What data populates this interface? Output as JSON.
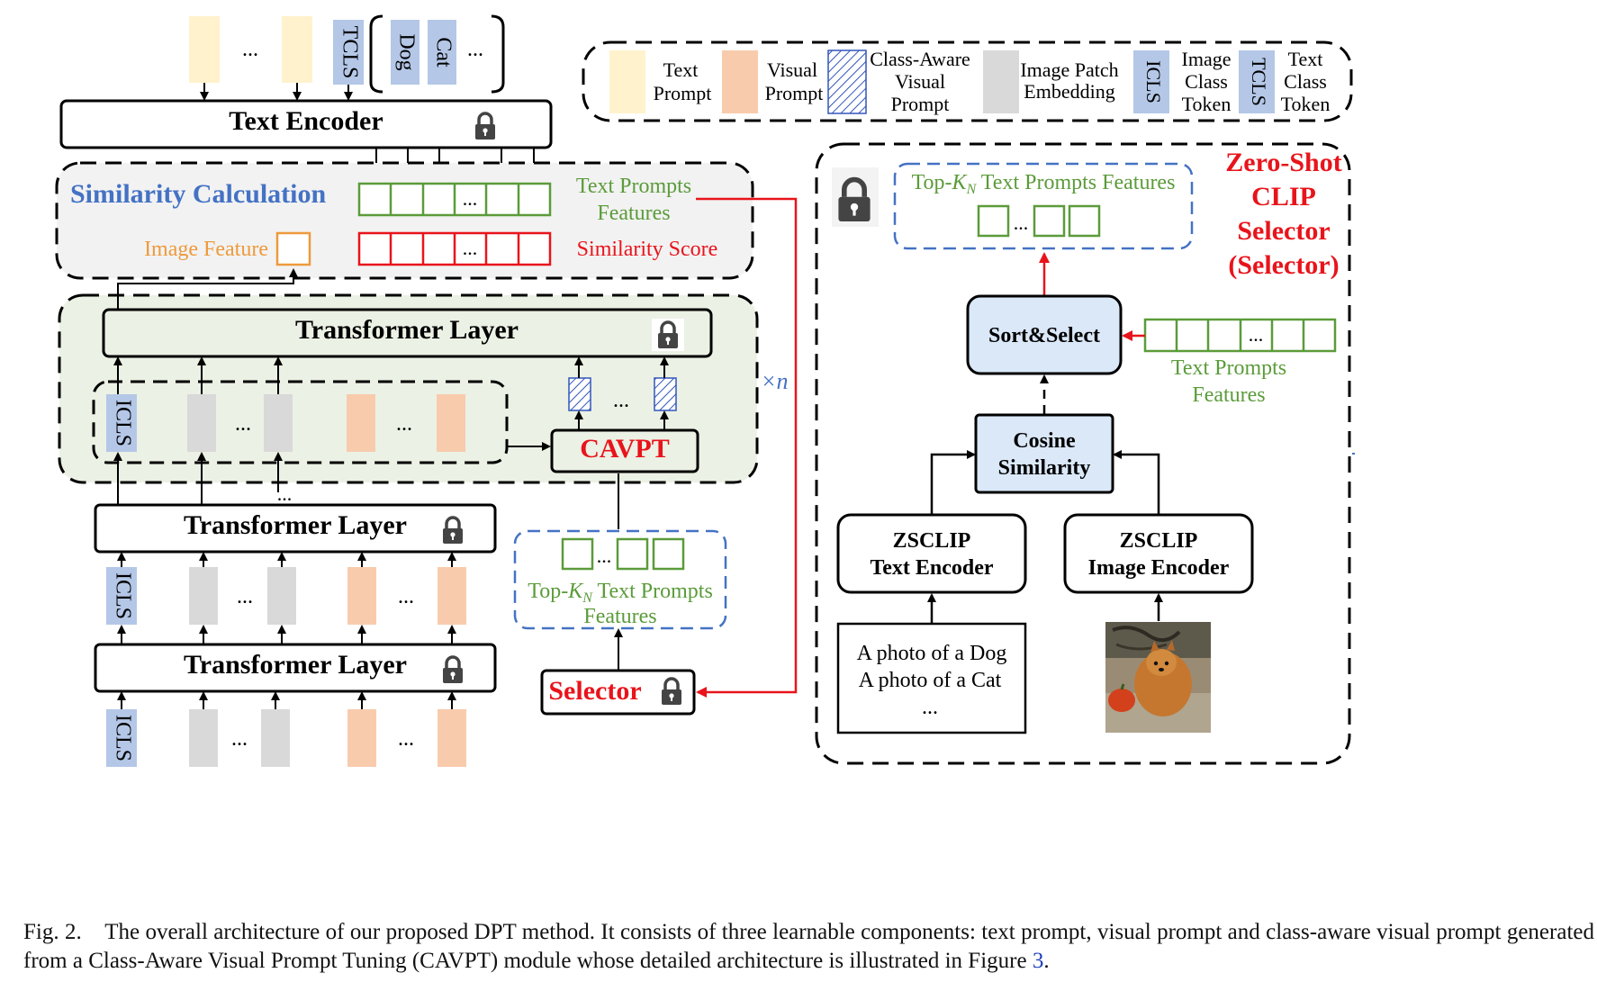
{
  "colors": {
    "text_prompt": "#FFF2CC",
    "visual_prompt": "#F8CBAD",
    "patch": "#D9D9D9",
    "token": "#B4C7E7",
    "green": "#5B9B3A",
    "red": "#E8141B",
    "blue": "#4472C4",
    "orange": "#ED9A3C",
    "gray_panel": "#F2F2F2",
    "green_panel": "#EBF1E4",
    "light_blue_box": "#DAE8F8"
  },
  "legend": {
    "text_prompt": [
      "Text",
      "Prompt"
    ],
    "visual_prompt": [
      "Visual",
      "Prompt"
    ],
    "class_aware": [
      "Class-Aware",
      "Visual",
      "Prompt"
    ],
    "patch": [
      "Image Patch",
      "Embedding"
    ],
    "image_token": [
      "Image",
      "Class",
      "Token"
    ],
    "text_token": [
      "Text",
      "Class",
      "Token"
    ],
    "icls": "ICLS",
    "tcls": "TCLS"
  },
  "labels": {
    "text_encoder": "Text Encoder",
    "similarity_calc": "Similarity Calculation",
    "text_prompts_features": [
      "Text Prompts",
      "Features"
    ],
    "image_feature": "Image Feature",
    "similarity_score": "Similarity Score",
    "transformer_layer": "Transformer Layer",
    "times_n": "×n",
    "cavpt": "CAVPT",
    "selector": "Selector",
    "topk_prefix": "Top-",
    "topk_k": "K",
    "topk_n": "N",
    "topk_suffix": " Text Prompts",
    "features": "Features",
    "topk_features_suffix": " Text Prompts Features",
    "dots": "...",
    "icls": "ICLS",
    "tcls": "TCLS",
    "dog": "Dog",
    "cat": "Cat"
  },
  "zeroshot": {
    "title": [
      "Zero-Shot",
      "CLIP",
      "Selector",
      "(Selector)"
    ],
    "sort_select": "Sort&Select",
    "cosine": [
      "Cosine",
      "Similarity"
    ],
    "zs_text": [
      "ZSCLIP",
      "Text Encoder"
    ],
    "zs_image": [
      "ZSCLIP",
      "Image Encoder"
    ],
    "prompts": [
      "A photo of a Dog",
      "A photo of a Cat",
      "..."
    ],
    "text_prompts_features": [
      "Text Prompts",
      "Features"
    ]
  },
  "caption": {
    "fig": "Fig. 2.",
    "text": "The overall architecture of our proposed DPT method. It consists of three learnable components: text prompt, visual prompt and class-aware visual prompt generated from a Class-Aware Visual Prompt Tuning (CAVPT) module whose detailed architecture is illustrated in Figure",
    "ref": "3",
    "end": "."
  }
}
